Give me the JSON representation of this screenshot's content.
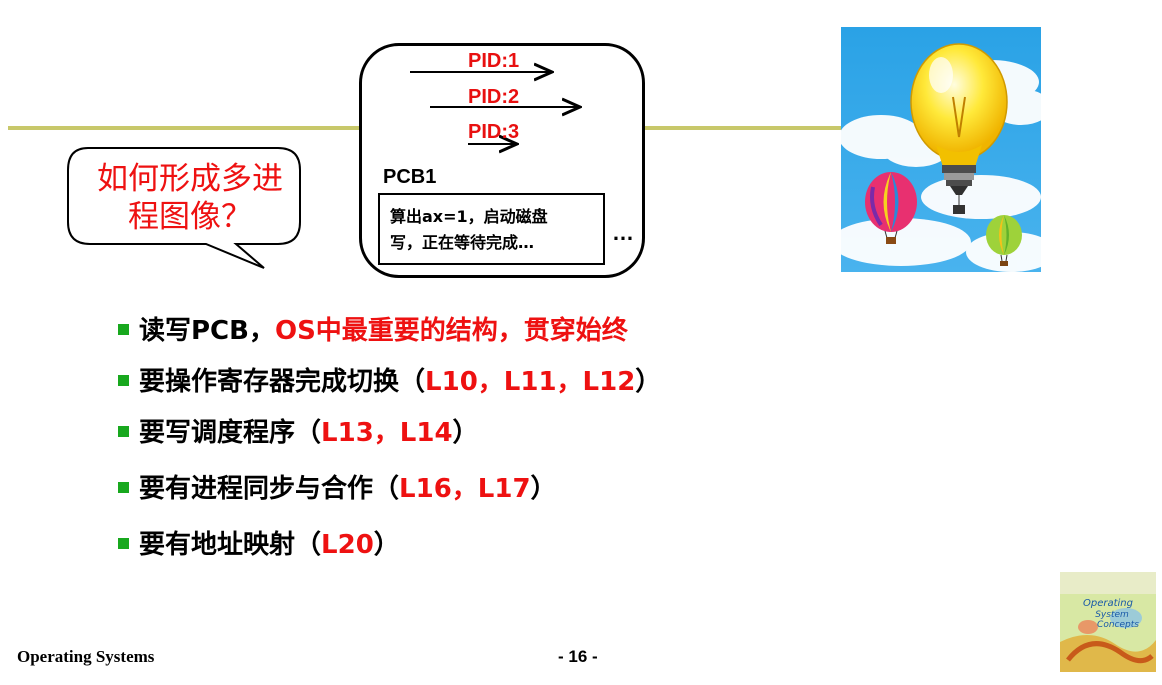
{
  "callout": {
    "line1": "如何形成多进",
    "line2": "程图像？"
  },
  "diagram": {
    "pids": [
      "PID:1",
      "PID:2",
      "PID:3"
    ],
    "pcb_label": "PCB1",
    "pcb_content_line1": "算出ax=1，启动磁盘",
    "pcb_content_line2": "写，正在等待完成…",
    "ellipsis": "…"
  },
  "bullets": [
    {
      "parts": [
        {
          "text": "读写PCB，",
          "red": false
        },
        {
          "text": "OS中最重要的结构，贯穿始终",
          "red": true
        }
      ]
    },
    {
      "parts": [
        {
          "text": "要操作寄存器完成切换",
          "red": false
        },
        {
          "text": "（",
          "red": false
        },
        {
          "text": "L10，L11，L12",
          "red": true
        },
        {
          "text": "）",
          "red": false
        }
      ]
    },
    {
      "parts": [
        {
          "text": "要写调度程序",
          "red": false
        },
        {
          "text": "（",
          "red": false
        },
        {
          "text": "L13，L14",
          "red": true
        },
        {
          "text": "）",
          "red": false
        }
      ]
    },
    {
      "parts": [
        {
          "text": "要有进程同步与合作",
          "red": false
        },
        {
          "text": "（",
          "red": false
        },
        {
          "text": "L16，L17",
          "red": true
        },
        {
          "text": "）",
          "red": false
        }
      ]
    },
    {
      "parts": [
        {
          "text": "要有地址映射",
          "red": false
        },
        {
          "text": "（",
          "red": false
        },
        {
          "text": "L20",
          "red": true
        },
        {
          "text": "）",
          "red": false
        }
      ]
    }
  ],
  "footer": {
    "left": "Operating Systems",
    "page": "- 16 -"
  },
  "images": {
    "bulb": "lightbulb-balloons-picture",
    "book": "operating-system-concepts-book-cover",
    "book_title_lines": [
      "Operating",
      "System",
      "Concepts"
    ]
  },
  "colors": {
    "accent_red": "#ee1111",
    "bullet_green": "#18a81e",
    "rule_olive": "#c8c86a"
  }
}
